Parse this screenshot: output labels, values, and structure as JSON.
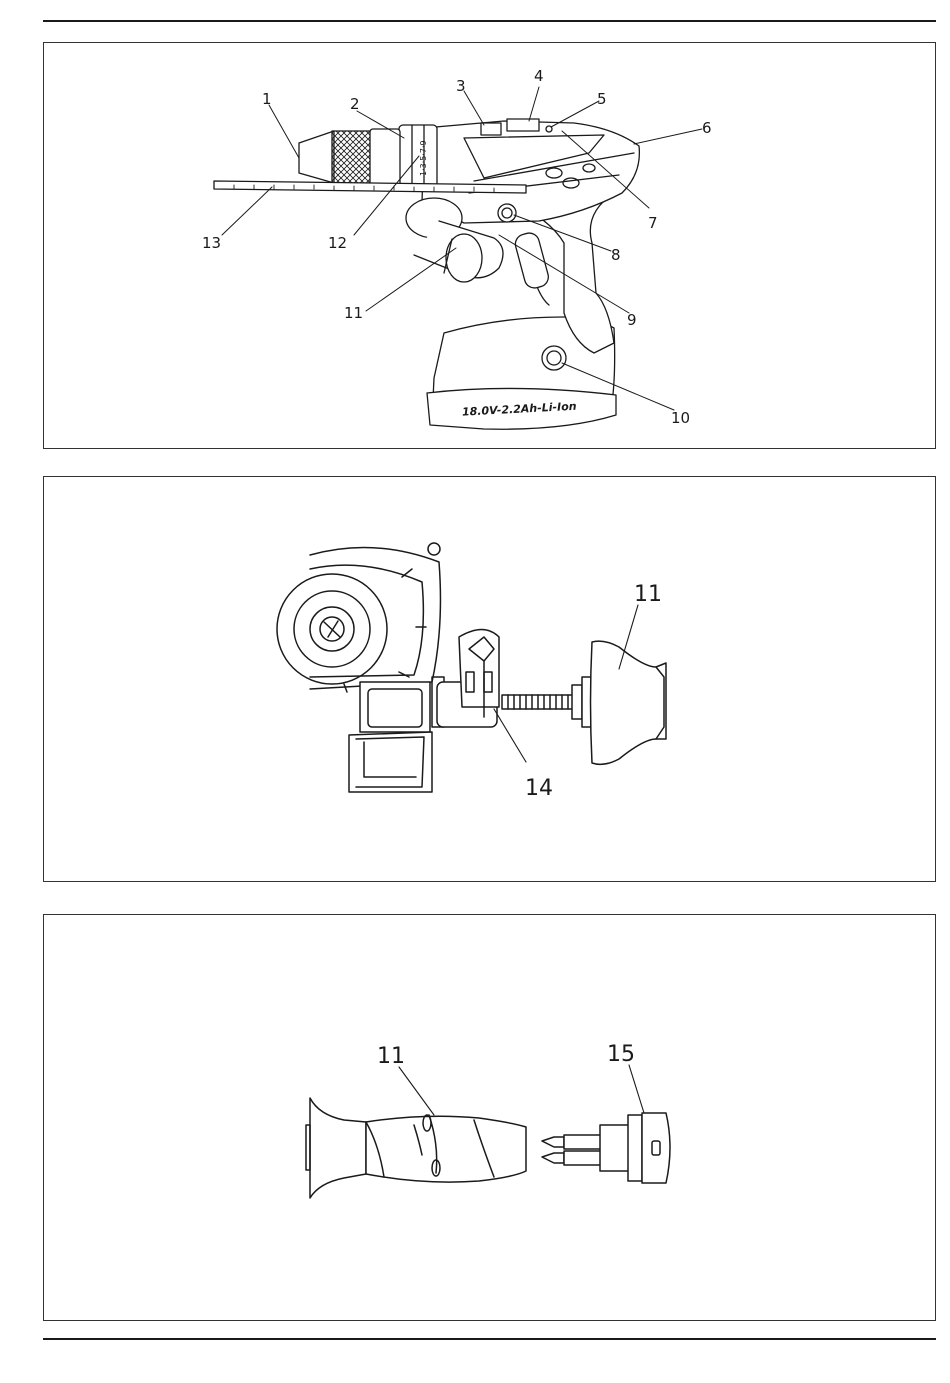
{
  "figure1": {
    "callouts": [
      "1",
      "2",
      "3",
      "4",
      "5",
      "6",
      "7",
      "8",
      "9",
      "10",
      "11",
      "12",
      "13"
    ],
    "battery_label": "18.0V-2.2Ah-Li-Ion",
    "dial_marks": "1·3·5·7·9"
  },
  "figure2": {
    "callouts": [
      "11",
      "14"
    ]
  },
  "figure3": {
    "callouts": [
      "11",
      "15"
    ]
  }
}
